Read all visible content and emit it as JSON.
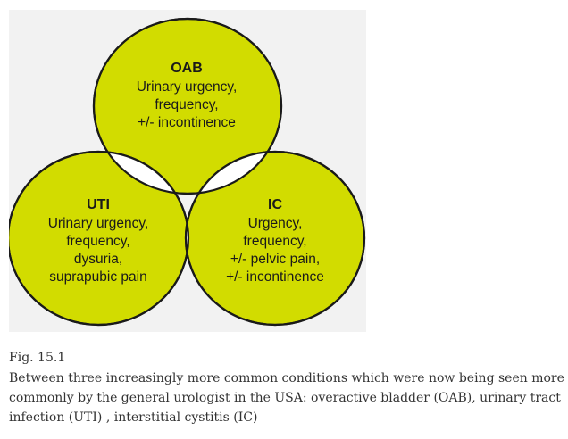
{
  "diagram": {
    "circles": [
      {
        "id": "oab",
        "title": "OAB",
        "lines": [
          "Urinary urgency,",
          "frequency,",
          "+/- incontinence"
        ]
      },
      {
        "id": "uti",
        "title": "UTI",
        "lines": [
          "Urinary urgency,",
          "frequency,",
          "dysuria,",
          "suprapubic pain"
        ]
      },
      {
        "id": "ic",
        "title": "IC",
        "lines": [
          "Urgency,",
          "frequency,",
          "+/- pelvic pain,",
          "+/- incontinence"
        ]
      }
    ],
    "colors": {
      "circle_fill": "#d2dc00",
      "overlap_fill": "#ffffff",
      "stroke": "#1a1a1a",
      "background": "#f2f2f2"
    }
  },
  "figure": {
    "label": "Fig. 15.1",
    "caption": "Between three increasingly more common conditions which were now being seen more commonly by the general urologist in the USA: overactive bladder (OAB), urinary tract infection (UTI) , interstitial cystitis (IC)"
  }
}
